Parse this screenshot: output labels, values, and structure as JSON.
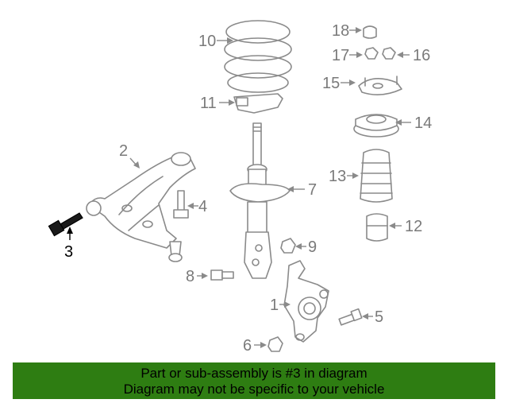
{
  "callouts": [
    "1",
    "2",
    "3",
    "4",
    "5",
    "6",
    "7",
    "8",
    "9",
    "10",
    "11",
    "12",
    "13",
    "14",
    "15",
    "16",
    "17",
    "18"
  ],
  "highlighted_part": "3",
  "banner": {
    "line1": "Part or sub-assembly is #3 in diagram",
    "line2": "Diagram may not be specific to your vehicle"
  },
  "colors": {
    "banner_bg": "#2e7d12",
    "line_art": "#8a8a8a",
    "highlight": "#000000"
  }
}
